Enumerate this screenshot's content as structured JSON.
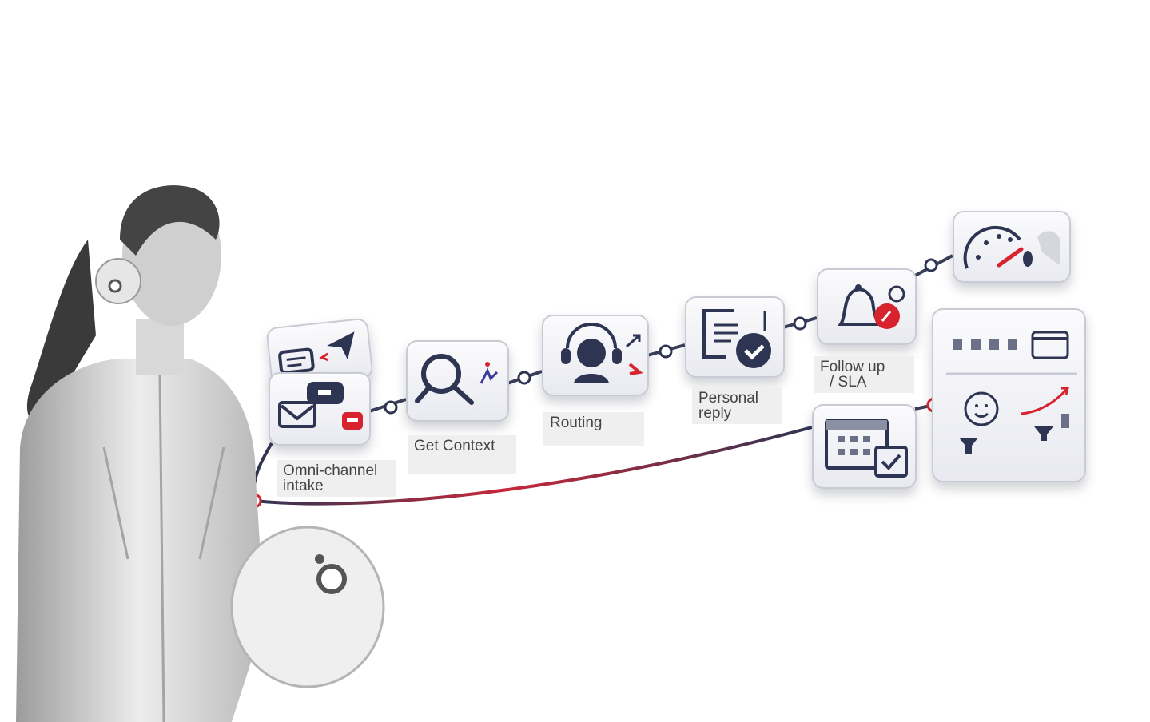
{
  "steps": [
    {
      "label": "Omni-channel intake",
      "line1": "Omni-channel",
      "line2": "intake"
    },
    {
      "label": "Get Context"
    },
    {
      "label": "Routing"
    },
    {
      "label": "Personal reply",
      "line1": "Personal",
      "line2": "reply"
    },
    {
      "label": "Follow up / SLA",
      "line1": "Follow up",
      "line2": "/ SLA"
    }
  ],
  "colors": {
    "navy": "#2e3553",
    "red": "#d8232f",
    "tile": "#eceef3"
  }
}
